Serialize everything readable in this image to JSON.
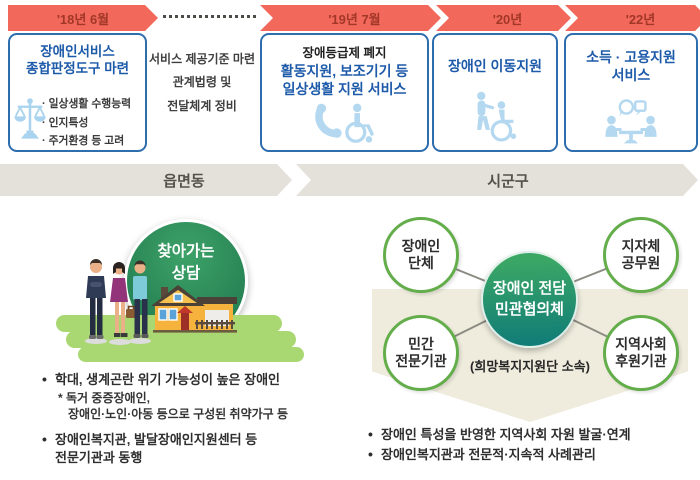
{
  "timeline": {
    "steps": [
      {
        "date": "'18년 6월",
        "title": "장애인서비스\n종합판정도구 마련",
        "details": "· 일상생활 수행능력\n· 인지특성\n· 주거환경 등 고려",
        "icon": "scale-icon"
      },
      {
        "date": "'19년 7월",
        "subtitle": "장애등급제 폐지",
        "title": "활동지원, 보조기기 등\n일상생활 지원 서비스",
        "icon": "phone-wheelchair-icon"
      },
      {
        "date": "'20년",
        "title": "장애인 이동지원",
        "icon": "wheelchair-assist-icon"
      },
      {
        "date": "'22년",
        "title": "소득 · 고용지원\n서비스",
        "icon": "interview-icon"
      }
    ],
    "note": "서비스 제공기준 마련\n관계법령 및\n전달체계 정비"
  },
  "stage_bar": {
    "left": "읍면동",
    "right": "시군구"
  },
  "visit": {
    "badge": "찾아가는\n상담",
    "bullet1": "학대, 생계곤란 위기 가능성이 높은 장애인",
    "subnote": "* 독거 중증장애인,\n   장애인·노인·아동 등으로 구성된 취약가구 등",
    "bullet2": "장애인복지관, 발달장애인지원센터 등\n전문기관과 동행"
  },
  "council": {
    "center": "장애인 전담\n민관협의체",
    "caption": "(희망복지지원단 소속)",
    "satellites": [
      {
        "label": "장애인\n단체"
      },
      {
        "label": "지자체\n공무원"
      },
      {
        "label": "민간\n전문기관"
      },
      {
        "label": "지역사회\n후원기관"
      }
    ],
    "bullet1": "장애인 특성을 반영한 지역사회 자원 발굴·연계",
    "bullet2": "장애인복지관과 전문적·지속적 사례관리"
  },
  "colors": {
    "timeline_arrow": "#f2695c",
    "timeline_arrow_text": "#a23728",
    "box_border": "#2f6eae",
    "box_title_blue": "#1d5aa9",
    "icon_light_blue": "#b3d8f0",
    "stage_bar_gray": "#e4e1da",
    "visit_badge_green": "#2a8757",
    "grass_green": "#a9d873",
    "council_center_top": "#3ba765",
    "council_center_bottom": "#117d77",
    "satellite_border_green": "#64ad4b",
    "council_bg_beige": "#efecdd"
  }
}
